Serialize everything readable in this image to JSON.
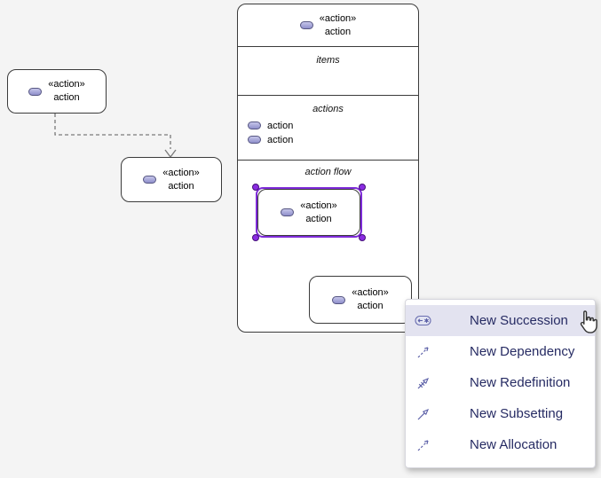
{
  "nodes": {
    "standalone_a": {
      "stereotype": "«action»",
      "name": "action"
    },
    "standalone_b": {
      "stereotype": "«action»",
      "name": "action"
    },
    "container_header": {
      "stereotype": "«action»",
      "name": "action"
    },
    "selected": {
      "stereotype": "«action»",
      "name": "action"
    },
    "flow_target": {
      "stereotype": "«action»",
      "name": "action"
    }
  },
  "container": {
    "items_label": "items",
    "actions_label": "actions",
    "flow_label": "action flow",
    "action_items": [
      {
        "name": "action"
      },
      {
        "name": "action"
      }
    ]
  },
  "context_menu": {
    "items": [
      {
        "label": "New Succession",
        "icon": "succession-icon",
        "highlighted": true
      },
      {
        "label": "New Dependency",
        "icon": "dependency-icon",
        "highlighted": false
      },
      {
        "label": "New Redefinition",
        "icon": "redefinition-icon",
        "highlighted": false
      },
      {
        "label": "New Subsetting",
        "icon": "subsetting-icon",
        "highlighted": false
      },
      {
        "label": "New Allocation",
        "icon": "allocation-icon",
        "highlighted": false
      }
    ],
    "highlight_color": "#e3e3f0",
    "text_color": "#262b63"
  },
  "colors": {
    "canvas_background": "#f4f4f4",
    "node_border": "#3b3b3b",
    "selection_purple": "#7e2bd9",
    "connector_gray": "#7a7a7a",
    "connector_dashed_purple": "#9d70e8",
    "menu_icon_indigo": "#5d61a8",
    "action_icon_fill": "#a3a3d9"
  }
}
